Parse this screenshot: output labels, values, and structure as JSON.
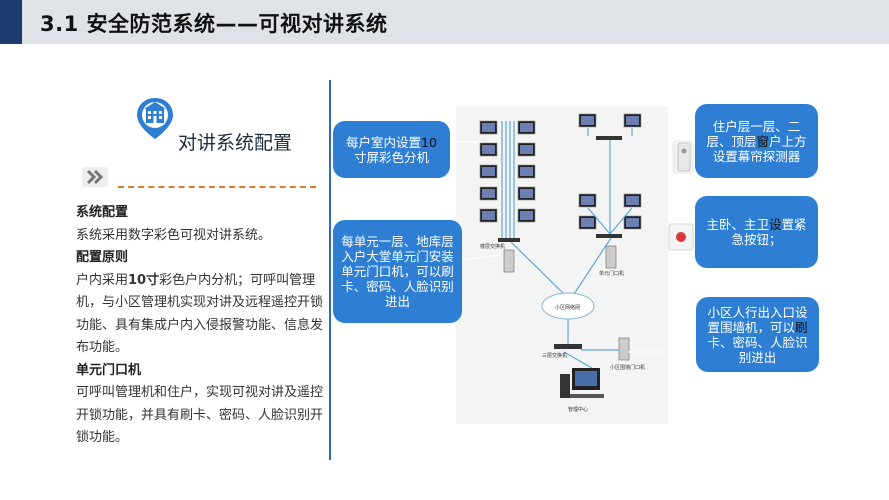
{
  "header": {
    "title": "3.1 安全防范系统——可视对讲系统"
  },
  "section": {
    "heading": "对讲系统配置",
    "icon": "building-icon"
  },
  "left_text": {
    "h1": "系统配置",
    "p1": "系统采用数字彩色可视对讲系统。",
    "h2": "配置原则",
    "p2_prefix": "户内采用",
    "p2_bold": "10寸",
    "p2_rest": "彩色户内分机；可呼叫管理机，与小区管理机实现对讲及远程遥控开锁功能、具有集成户内入侵报警功能、信息发布功能。",
    "h3": "单元门口机",
    "p3": "可呼叫管理机和住户，实现可视对讲及遥控开锁功能，并具有刷卡、密码、人脸识别开锁功能。"
  },
  "callouts": {
    "c1_a": "每户室内设置",
    "c1_b": "10",
    "c1_c": "寸屏彩色分机",
    "c2": "每单元一层、地库层入户大堂单元门安装单元门口机，可以刷卡、密码、人脸识别进出",
    "c3_a": "住户层一层、二层、顶层",
    "c3_b": "窗",
    "c3_c": "户上方设置幕帘探测器",
    "c4_a": "主卧、主卫",
    "c4_b": "设",
    "c4_c": "置紧急按钮；",
    "c5_a": "小区人行出入口设置围墙机，可以",
    "c5_b": "刷",
    "c5_c": "卡、密码、人脸识别进出"
  },
  "diagram": {
    "label_switch_left": "楼层交换机",
    "label_door_unit": "单元门口机",
    "label_network": "小区网络网",
    "label_switch_bottom": "三层交换机",
    "label_wall_unit": "小区围墙门口机",
    "label_center": "管理中心"
  },
  "colors": {
    "accent": "#1d3c6e",
    "callout": "#2e7fd4",
    "divider": "#2c6fb7",
    "dash": "#e07a2a"
  }
}
